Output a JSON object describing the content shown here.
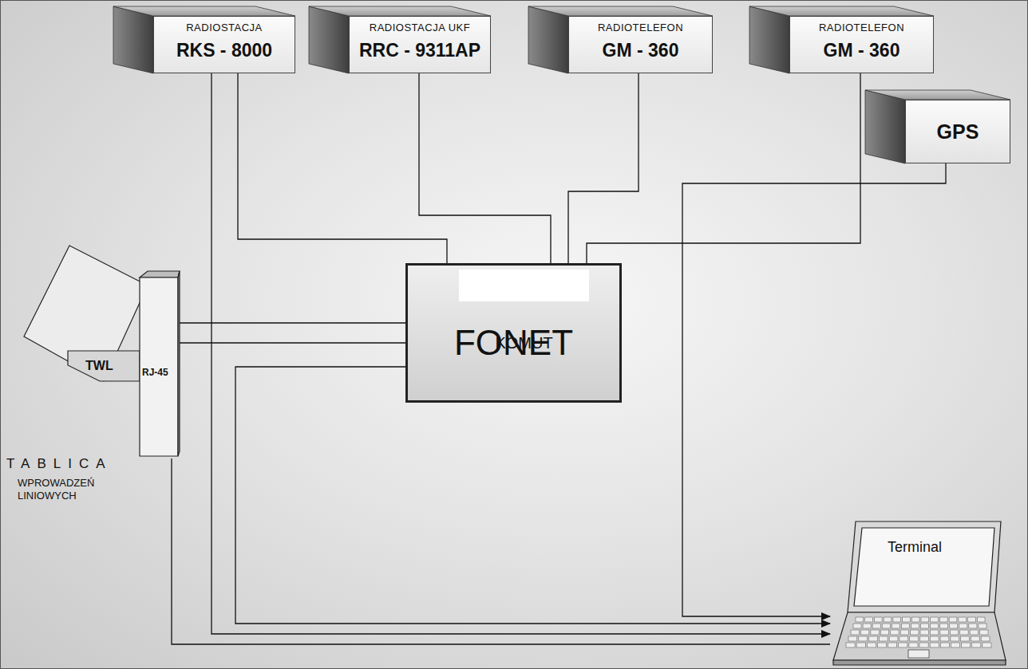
{
  "diagram": {
    "nodes": [
      {
        "text": [
          "RADIOSTACJA",
          "RKS - 8000"
        ]
      },
      {
        "text": [
          "RADIOSTACJA UKF",
          "RRC - 9311AP"
        ]
      },
      {
        "text": [
          "RADIOTELEFON",
          "GM - 360"
        ]
      },
      {
        "text": [
          "RADIOTELEFON",
          "GM - 360"
        ]
      },
      {
        "text": [
          "FONET"
        ]
      },
      {
        "text": [
          "KOMUT"
        ],
        "in": 4
      },
      {
        "text": [
          "GPS"
        ]
      },
      {
        "text": [
          "TWL",
          "RJ-45",
          "TABLICA",
          "WPROWADZEŃ LINIOWYCH"
        ]
      },
      {
        "text": [
          "Terminal"
        ]
      }
    ],
    "edges": [
      {
        "from": 0,
        "to": 4,
        "arrow": "none"
      },
      {
        "from": 1,
        "to": 4,
        "arrow": "none"
      },
      {
        "from": 2,
        "to": 4,
        "arrow": "none"
      },
      {
        "from": 3,
        "to": 4,
        "arrow": "none"
      },
      {
        "from": 7,
        "to": 4,
        "arrow": "none"
      },
      {
        "from": 7,
        "to": 4,
        "arrow": "none"
      },
      {
        "from": 4,
        "to": 8,
        "arrow": "to"
      },
      {
        "from": 6,
        "to": 8,
        "arrow": "to"
      },
      {
        "from": 0,
        "to": 8,
        "arrow": "to"
      },
      {
        "from": 7,
        "to": 8,
        "arrow": "none"
      }
    ]
  }
}
